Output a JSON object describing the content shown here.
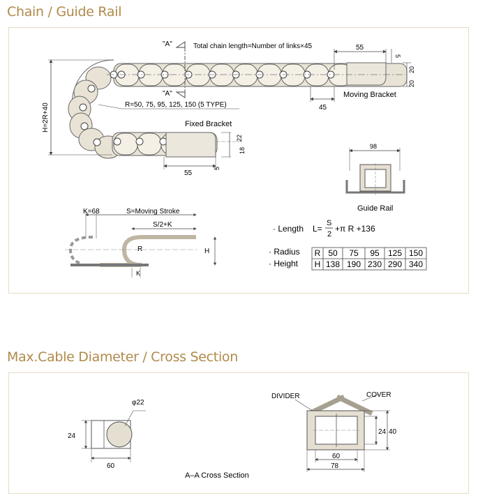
{
  "sections": {
    "chain_title": "Chain / Guide Rail",
    "cross_title": "Max.Cable Diameter / Cross Section"
  },
  "chain_diagram": {
    "section_marker": "\"A\"",
    "total_length_note": "Total chain length=Number of links×45",
    "dim_55_top": "55",
    "dim_5_top": "5",
    "dim_20_a": "20",
    "dim_20_b": "20",
    "dim_45": "45",
    "moving_bracket": "Moving Bracket",
    "radius_note": "R=50, 75, 95, 125, 150 (5 TYPE)",
    "height_note": "H=2R+40",
    "fixed_bracket": "Fixed Bracket",
    "dim_22": "22",
    "dim_18": "18",
    "dim_5_bottom": "5",
    "dim_55_bottom": "55"
  },
  "guide_rail": {
    "width": "98",
    "label": "Guide Rail"
  },
  "stroke_diagram": {
    "k_label": "K=68",
    "s_label": "S=Moving Stroke",
    "half_label": "S/2+K",
    "r_label": "R",
    "h_label": "H",
    "k_small": "K"
  },
  "length_formula": {
    "bullet_label": "· Length",
    "lhs": "L=",
    "numerator": "S",
    "denominator": "2",
    "rest": "+π R +136"
  },
  "spec_table": {
    "radius_label": "· Radius",
    "height_label": "· Height",
    "rows": [
      {
        "head": "R",
        "values": [
          "50",
          "75",
          "95",
          "125",
          "150"
        ]
      },
      {
        "head": "H",
        "values": [
          "138",
          "190",
          "230",
          "290",
          "340"
        ]
      }
    ]
  },
  "cross_left": {
    "diameter": "φ22",
    "height": "24",
    "width": "60",
    "caption": "A–A Cross Section"
  },
  "cross_right": {
    "divider": "DIVIDER",
    "cover": "COVER",
    "inner_h": "24",
    "outer_h": "40",
    "inner_w": "60",
    "outer_w": "78"
  }
}
